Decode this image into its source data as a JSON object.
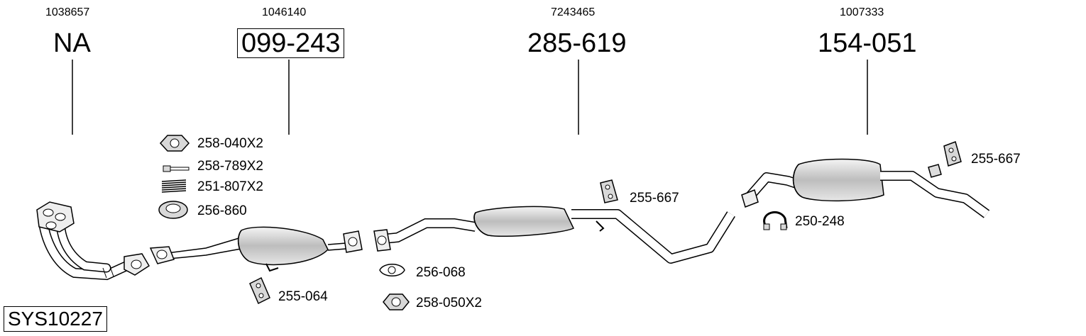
{
  "system_code": "SYS10227",
  "headers": [
    {
      "ref": "1038657",
      "part": "NA"
    },
    {
      "ref": "1046140",
      "part": "099-243"
    },
    {
      "ref": "7243465",
      "part": "285-619"
    },
    {
      "ref": "1007333",
      "part": "154-051"
    }
  ],
  "parts": {
    "nut_front": "258-040X2",
    "bolt": "258-789X2",
    "spring": "251-807X2",
    "ring_gasket": "256-860",
    "mount_front": "255-064",
    "gasket_mid": "256-068",
    "nut_mid": "258-050X2",
    "mount_mid": "255-667",
    "clamp": "250-248",
    "mount_rear": "255-667"
  },
  "colors": {
    "line": "#000000",
    "part_fill": "#d8d8d8",
    "background": "#ffffff"
  }
}
